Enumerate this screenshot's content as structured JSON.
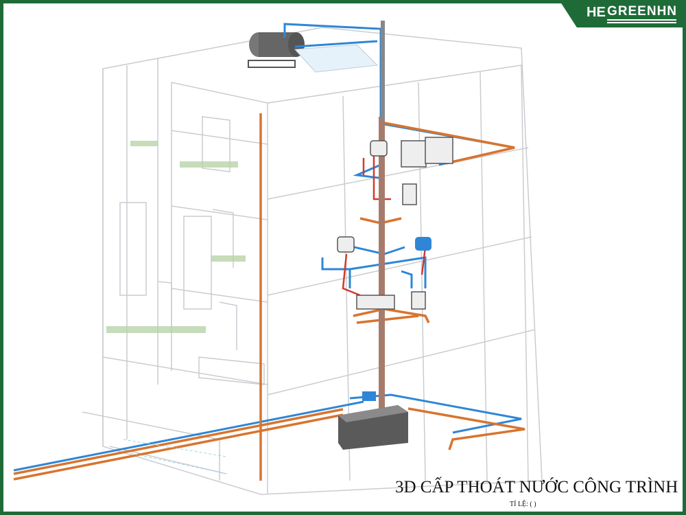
{
  "brand": {
    "name": "GREENHN",
    "mark": "HE"
  },
  "title": "3D CẤP THOÁT NƯỚC CÔNG TRÌNH",
  "scale_label": "TỈ LỆ: ( )",
  "colors": {
    "frame": "#1f6b37",
    "supply_pipe": "#2f86d6",
    "drain_pipe": "#d8742e",
    "hot_pipe": "#d23a2a",
    "building_lines": "#c9ccd0"
  }
}
